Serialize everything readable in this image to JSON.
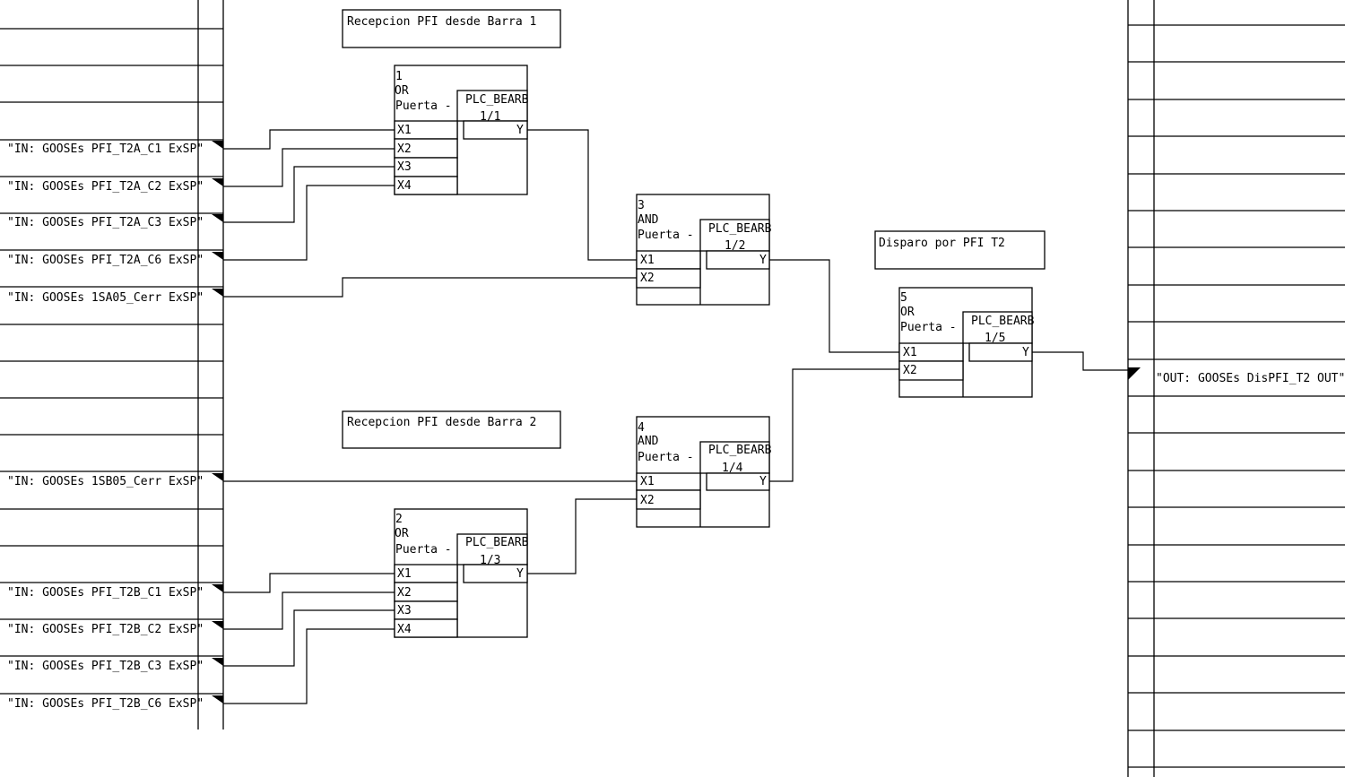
{
  "inputs": [
    {
      "id": "in1",
      "label": "\"IN: GOOSEs PFI_T2A_C1 ExSP\""
    },
    {
      "id": "in2",
      "label": "\"IN: GOOSEs PFI_T2A_C2 ExSP\""
    },
    {
      "id": "in3",
      "label": "\"IN: GOOSEs PFI_T2A_C3 ExSP\""
    },
    {
      "id": "in4",
      "label": "\"IN: GOOSEs PFI_T2A_C6 ExSP\""
    },
    {
      "id": "in5",
      "label": "\"IN: GOOSEs 1SA05_Cerr ExSP\""
    },
    {
      "id": "in6",
      "label": "\"IN: GOOSEs 1SB05_Cerr ExSP\""
    },
    {
      "id": "in7",
      "label": "\"IN: GOOSEs PFI_T2B_C1 ExSP\""
    },
    {
      "id": "in8",
      "label": "\"IN: GOOSEs PFI_T2B_C2 ExSP\""
    },
    {
      "id": "in9",
      "label": "\"IN: GOOSEs PFI_T2B_C3 ExSP\""
    },
    {
      "id": "in10",
      "label": "\"IN: GOOSEs PFI_T2B_C6 ExSP\""
    }
  ],
  "outputs": [
    {
      "id": "out1",
      "label": "\"OUT: GOOSEs DisPFI_T2 OUT\""
    }
  ],
  "comments": [
    {
      "id": "c1",
      "text": "Recepcion PFI desde Barra 1"
    },
    {
      "id": "c2",
      "text": "Recepcion PFI desde Barra 2"
    },
    {
      "id": "c3",
      "text": "Disparo por PFI T2"
    }
  ],
  "blocks": [
    {
      "id": "b1",
      "number": "1",
      "type": "OR",
      "name": "Puerta -",
      "plc": "PLC_BEARB",
      "order": "1/1",
      "inputs": [
        "X1",
        "X2",
        "X3",
        "X4"
      ],
      "output": "Y"
    },
    {
      "id": "b2",
      "number": "2",
      "type": "OR",
      "name": "Puerta -",
      "plc": "PLC_BEARB",
      "order": "1/3",
      "inputs": [
        "X1",
        "X2",
        "X3",
        "X4"
      ],
      "output": "Y"
    },
    {
      "id": "b3",
      "number": "3",
      "type": "AND",
      "name": "Puerta -",
      "plc": "PLC_BEARB",
      "order": "1/2",
      "inputs": [
        "X1",
        "X2"
      ],
      "output": "Y"
    },
    {
      "id": "b4",
      "number": "4",
      "type": "AND",
      "name": "Puerta -",
      "plc": "PLC_BEARB",
      "order": "1/4",
      "inputs": [
        "X1",
        "X2"
      ],
      "output": "Y"
    },
    {
      "id": "b5",
      "number": "5",
      "type": "OR",
      "name": "Puerta -",
      "plc": "PLC_BEARB",
      "order": "1/5",
      "inputs": [
        "X1",
        "X2"
      ],
      "output": "Y"
    }
  ],
  "connections": [
    {
      "from": "in1",
      "to": "b1.X1"
    },
    {
      "from": "in2",
      "to": "b1.X2"
    },
    {
      "from": "in3",
      "to": "b1.X3"
    },
    {
      "from": "in4",
      "to": "b1.X4"
    },
    {
      "from": "b1.Y",
      "to": "b3.X1"
    },
    {
      "from": "in5",
      "to": "b3.X2"
    },
    {
      "from": "in6",
      "to": "b4.X1"
    },
    {
      "from": "in7",
      "to": "b2.X1"
    },
    {
      "from": "in8",
      "to": "b2.X2"
    },
    {
      "from": "in9",
      "to": "b2.X3"
    },
    {
      "from": "in10",
      "to": "b2.X4"
    },
    {
      "from": "b2.Y",
      "to": "b4.X2"
    },
    {
      "from": "b3.Y",
      "to": "b5.X1"
    },
    {
      "from": "b4.Y",
      "to": "b5.X2"
    },
    {
      "from": "b5.Y",
      "to": "out1"
    }
  ]
}
